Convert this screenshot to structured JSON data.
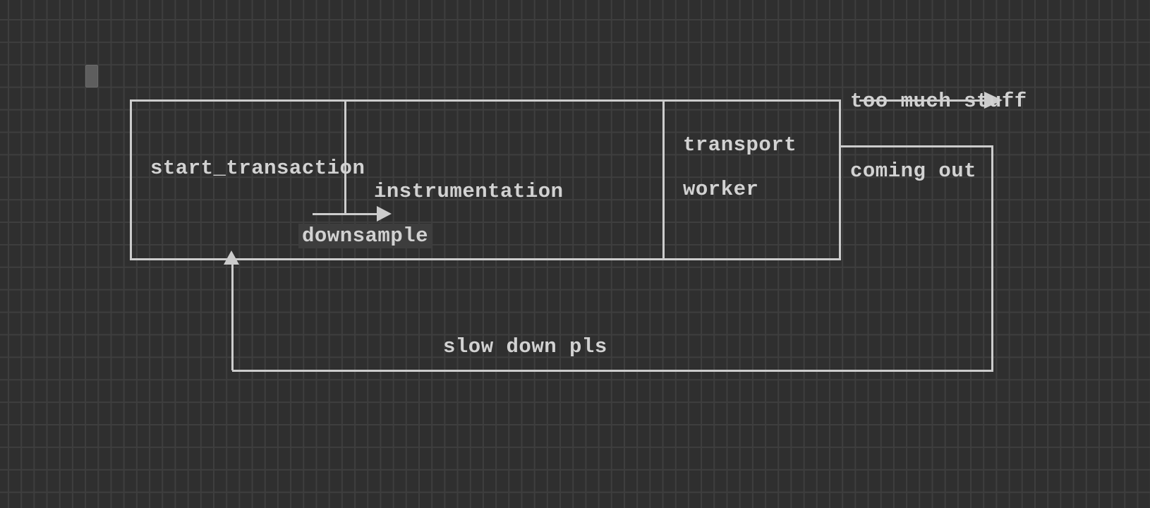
{
  "canvas": {
    "colors": {
      "bg": "#2f2f2f",
      "grid": "#3e3e3e",
      "stroke": "#cccccc",
      "text": "#d2d2d2",
      "highlight": "#3d3d3d",
      "cursor": "#5e5e5e"
    }
  },
  "diagram": {
    "pipeline": {
      "start_label": "start_transaction",
      "instrumentation_label": "instrumentation",
      "downsample_label": "downsample"
    },
    "transport": {
      "line1": "transport",
      "line2": "worker"
    },
    "output_note": {
      "line1": "too much stuff",
      "line2": "coming out"
    },
    "feedback_note": "slow down pls"
  }
}
